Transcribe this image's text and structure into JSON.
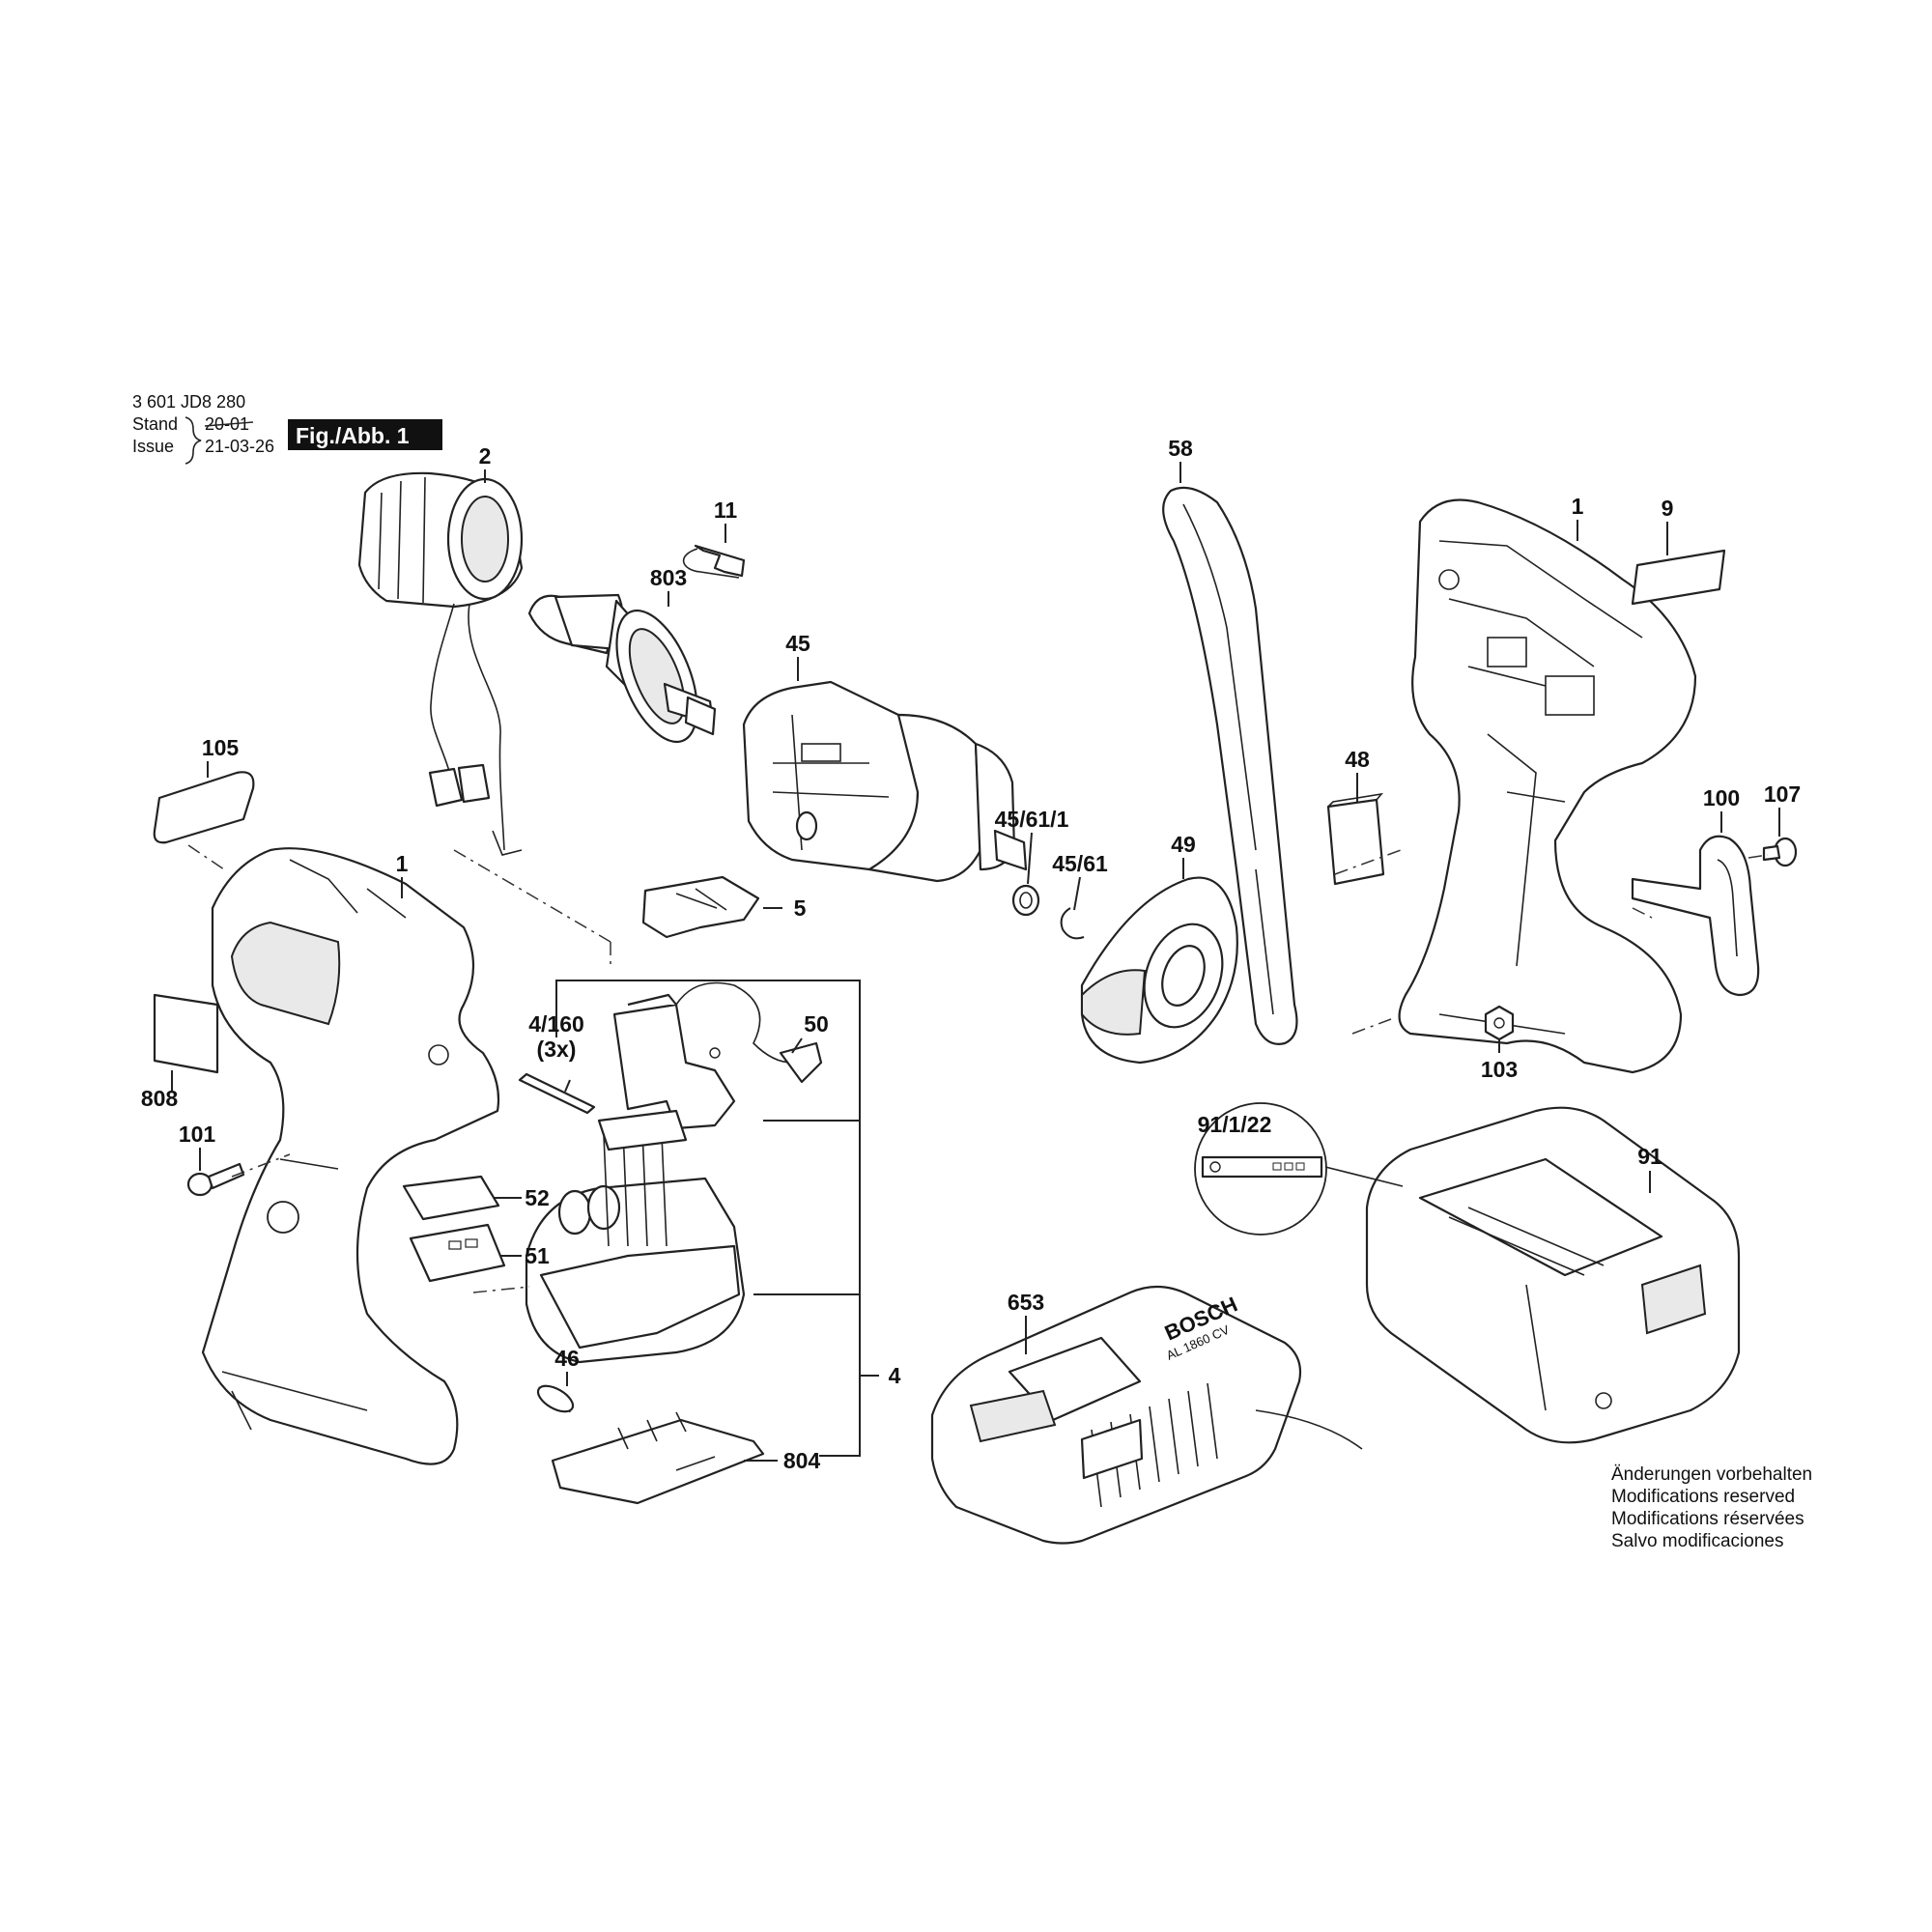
{
  "header": {
    "doc_number": "3 601 JD8 280",
    "stand_label": "Stand",
    "issue_label": "Issue",
    "stand_value": "20-01",
    "issue_value": "21-03-26",
    "fig_label": "Fig./Abb. 1"
  },
  "parts": {
    "p2": "2",
    "p11": "11",
    "p803": "803",
    "p45": "45",
    "p58": "58",
    "p1_right": "1",
    "p9": "9",
    "p105": "105",
    "p48": "48",
    "p100": "100",
    "p107": "107",
    "p1_left": "1",
    "p45_61_1": "45/61/1",
    "p45_61": "45/61",
    "p49": "49",
    "p5": "5",
    "p4_160": "4/160",
    "p3x": "(3x)",
    "p50": "50",
    "p808": "808",
    "p101": "101",
    "p52": "52",
    "p51": "51",
    "p103": "103",
    "p91_1_22": "91/1/22",
    "p91": "91",
    "p653": "653",
    "p46": "46",
    "p4": "4",
    "p804": "804"
  },
  "charger_brand": "BOSCH",
  "charger_model": "AL 1860 CV",
  "footer": {
    "line1": "Änderungen vorbehalten",
    "line2": "Modifications reserved",
    "line3": "Modifications réservées",
    "line4": "Salvo modificaciones"
  }
}
